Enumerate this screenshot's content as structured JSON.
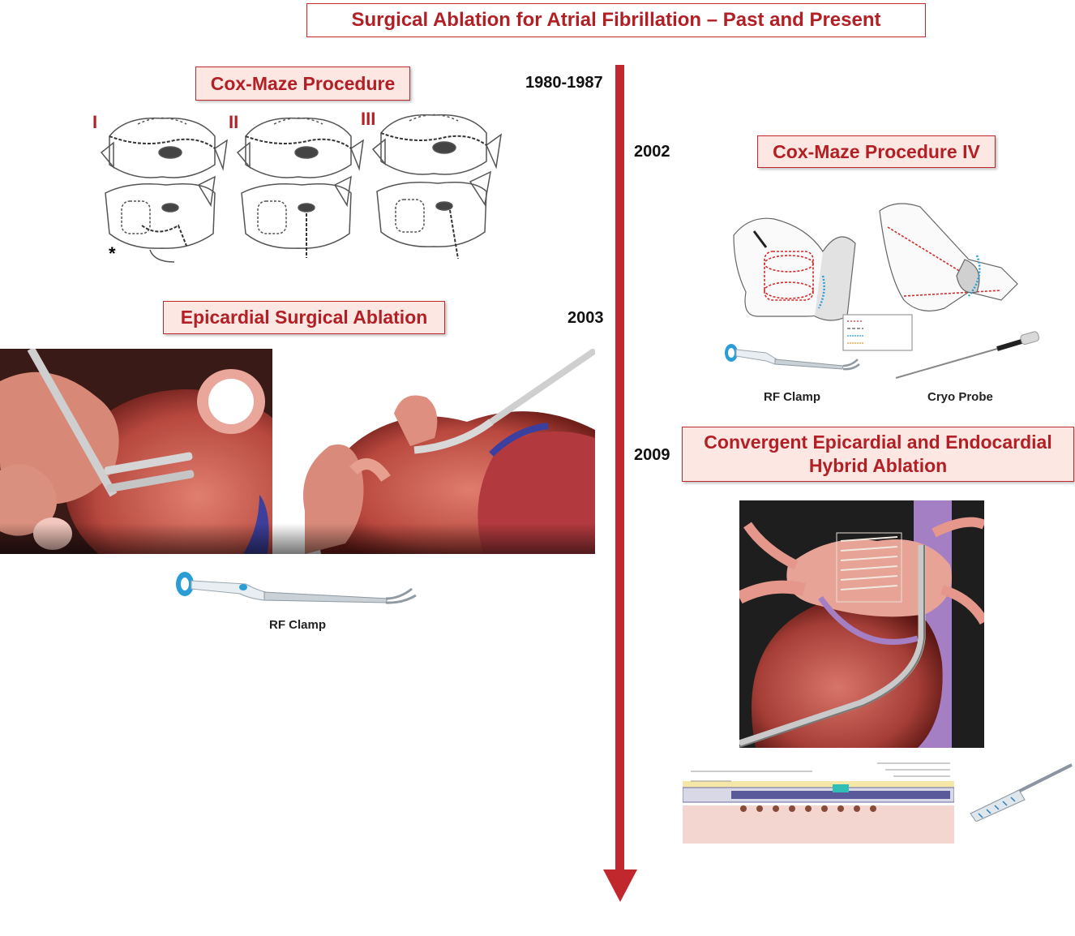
{
  "title": "Surgical Ablation for Atrial Fibrillation – Past and Present",
  "timeline": {
    "color": "#c0282d",
    "years": [
      "1980-1987",
      "2002",
      "2003",
      "2009"
    ]
  },
  "sections": {
    "cox_maze": {
      "label": "Cox-Maze Procedure",
      "numerals": [
        "I",
        "II",
        "III"
      ],
      "asterisk": "*"
    },
    "cox_maze_iv": {
      "label": "Cox-Maze Procedure IV",
      "devices": [
        "RF Clamp",
        "Cryo Probe"
      ]
    },
    "epicardial": {
      "label": "Epicardial Surgical Ablation",
      "device": "RF Clamp"
    },
    "convergent": {
      "label_line1": "Convergent Epicardial and Endocardial",
      "label_line2": "Hybrid Ablation"
    }
  },
  "colors": {
    "accent": "#b21f24",
    "box_fill": "#fde7e3",
    "heart_red": "#c6544b",
    "vessel_purple": "#a57fc4"
  }
}
